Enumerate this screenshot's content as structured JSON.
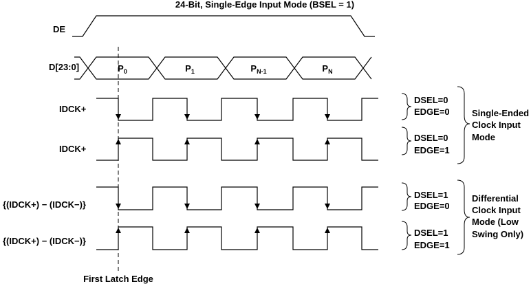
{
  "title": "24-Bit, Single-Edge Input Mode (BSEL = 1)",
  "signals": {
    "de": "DE",
    "data": "D[23:0]",
    "clk1": "IDCK+",
    "clk2": "IDCK+",
    "clk3": "{(IDCK+) − (IDCK−)}",
    "clk4": "{(IDCK+) − (IDCK−)}"
  },
  "data_cells": [
    {
      "base": "P",
      "sub": "0"
    },
    {
      "base": "P",
      "sub": "1"
    },
    {
      "base": "P",
      "sub": "N-1"
    },
    {
      "base": "P",
      "sub": "N"
    }
  ],
  "settings": {
    "s1": [
      "DSEL=0",
      "EDGE=0"
    ],
    "s2": [
      "DSEL=0",
      "EDGE=1"
    ],
    "s3": [
      "DSEL=1",
      "EDGE=0"
    ],
    "s4": [
      "DSEL=1",
      "EDGE=1"
    ]
  },
  "groups": {
    "single_ended": [
      "Single-Ended",
      "Clock Input",
      "Mode"
    ],
    "differential": [
      "Differential",
      "Clock Input",
      "Mode (Low",
      "Swing Only)"
    ]
  },
  "first_latch_edge": "First Latch Edge"
}
